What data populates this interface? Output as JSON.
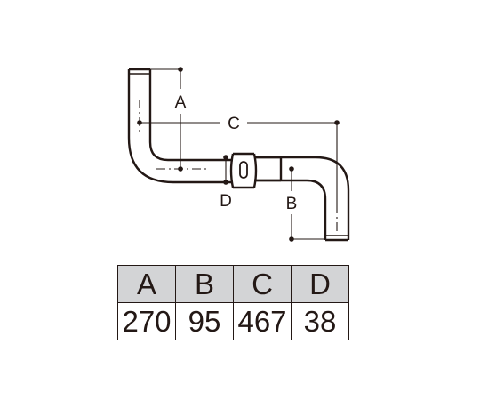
{
  "dimension_labels": {
    "a": "A",
    "b": "B",
    "c": "C",
    "d": "D"
  },
  "table": {
    "headers": [
      "A",
      "B",
      "C",
      "D"
    ],
    "values": [
      "270",
      "95",
      "467",
      "38"
    ]
  },
  "colors": {
    "line": "#231815",
    "header_fill": "#d3d4d6",
    "background": "#ffffff"
  }
}
